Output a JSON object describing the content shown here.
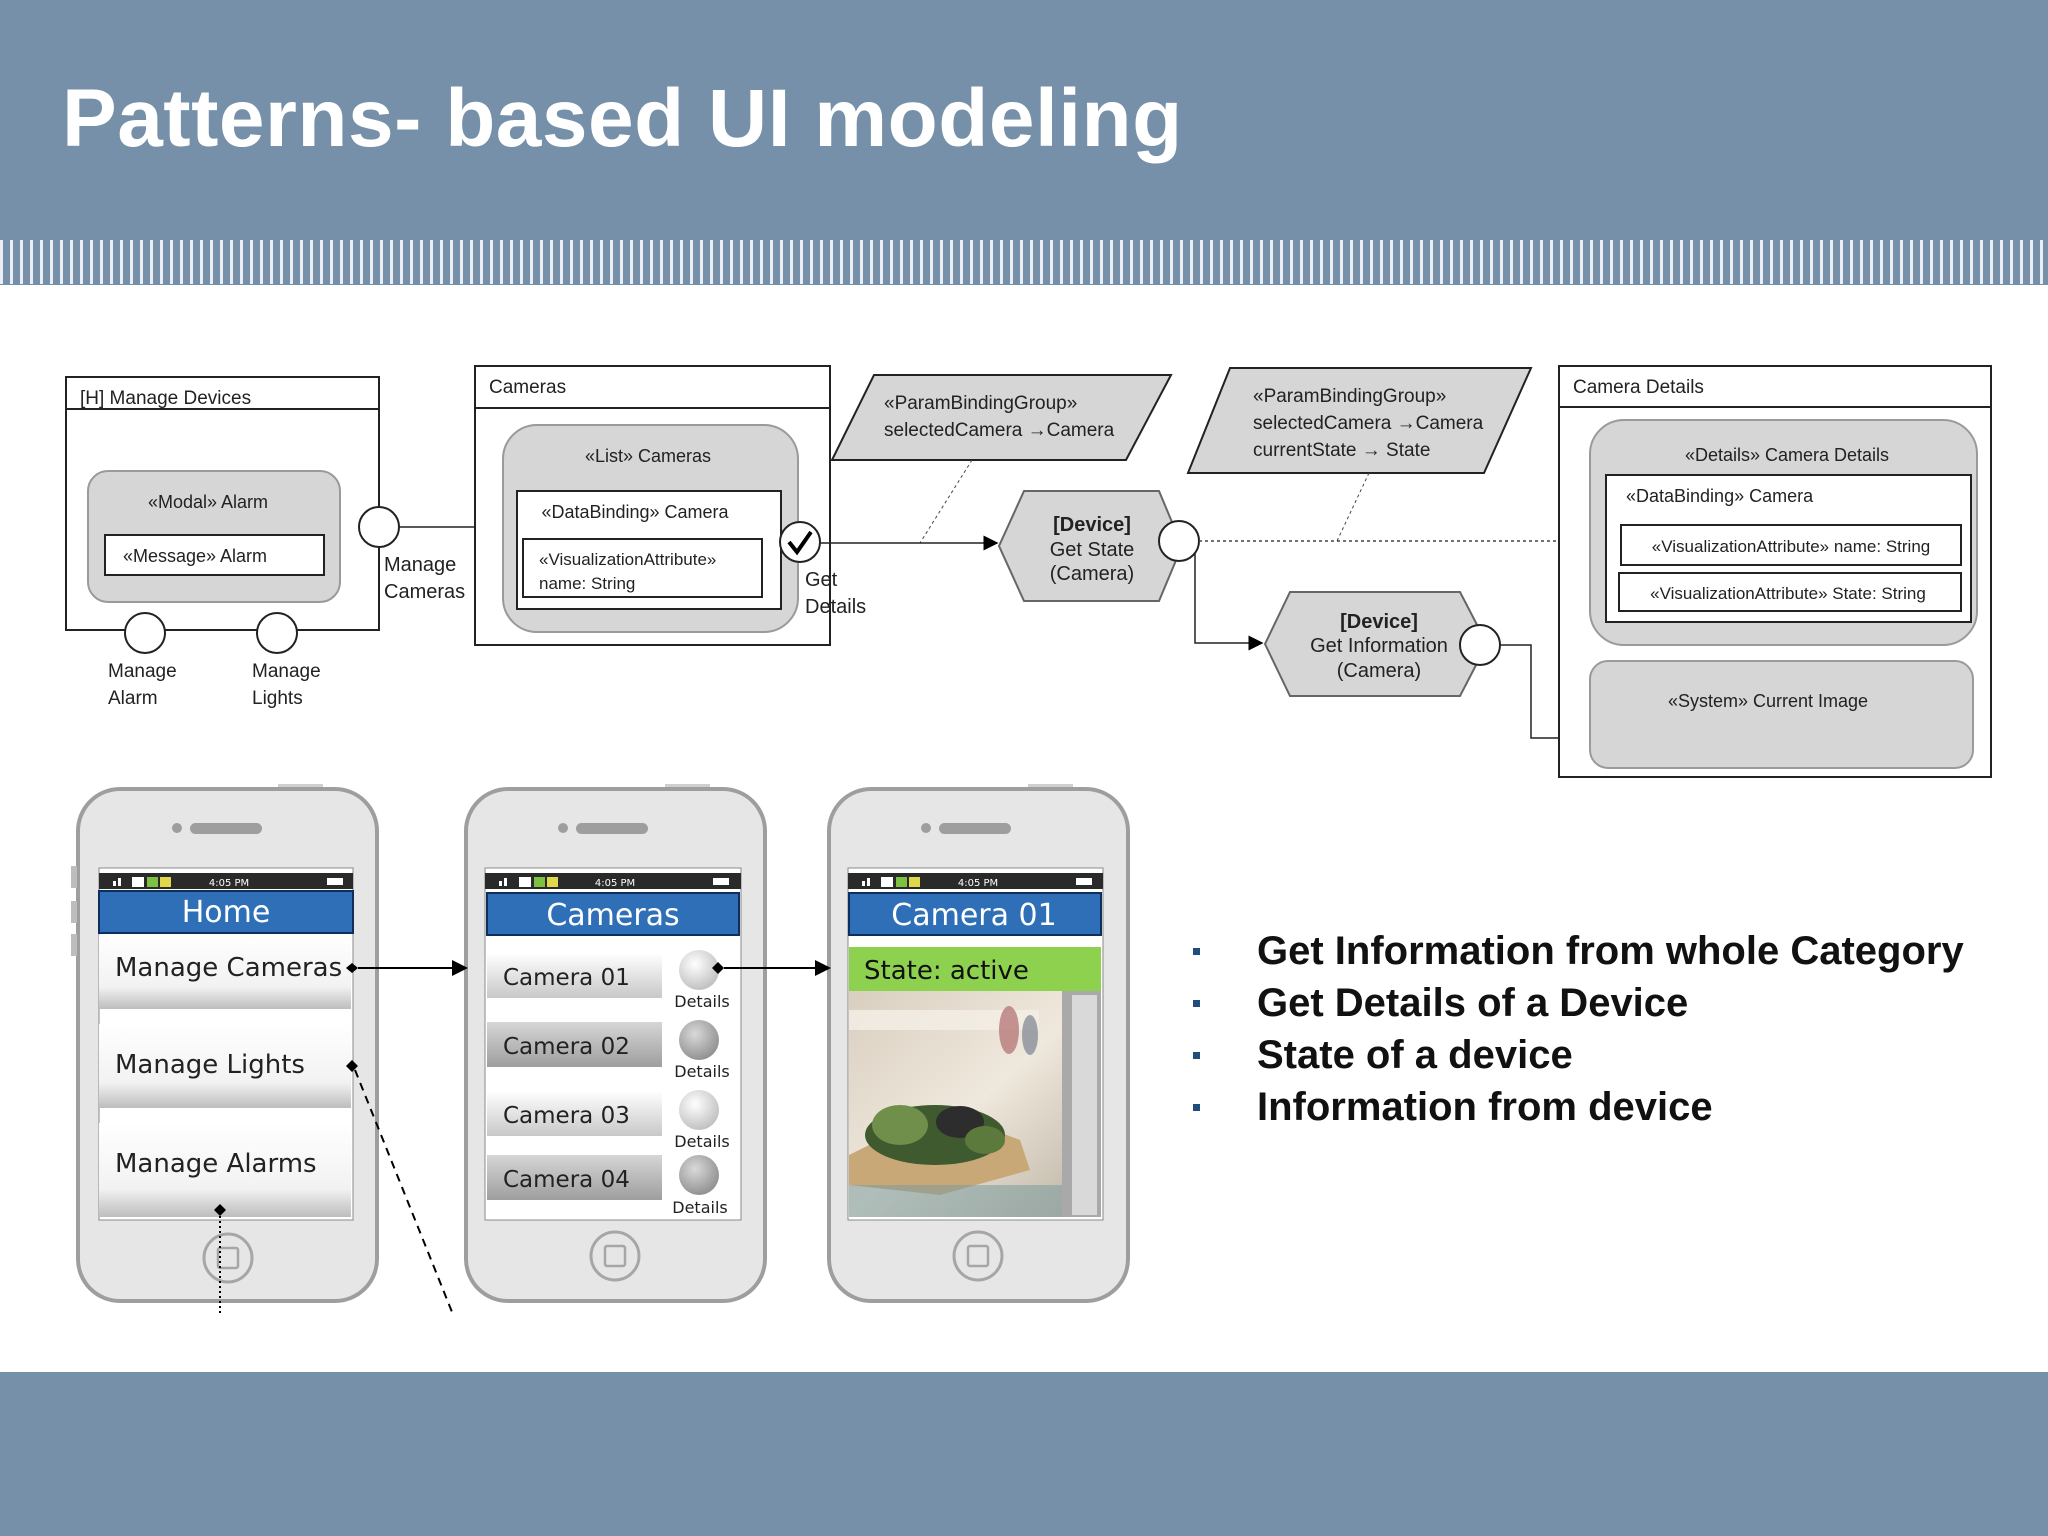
{
  "slide": {
    "title": "Patterns- based UI modeling"
  },
  "model": {
    "manage_devices": {
      "title": "[H] Manage Devices",
      "modal_label": "«Modal» Alarm",
      "message_label": "«Message» Alarm",
      "port_manage_alarm": [
        "Manage",
        "Alarm"
      ],
      "port_manage_lights": [
        "Manage",
        "Lights"
      ],
      "port_manage_cameras": [
        "Manage",
        "Cameras"
      ]
    },
    "cameras": {
      "title": "Cameras",
      "list_label": "«List» Cameras",
      "databinding_label": "«DataBinding» Camera",
      "vis_attr_line1": "«VisualizationAttribute»",
      "vis_attr_line2": "name: String",
      "get_details": [
        "Get",
        "Details"
      ]
    },
    "param_group_1": {
      "lines": [
        "«ParamBindingGroup»",
        "selectedCamera →Camera"
      ]
    },
    "param_group_2": {
      "lines": [
        "«ParamBindingGroup»",
        "selectedCamera →Camera",
        "currentState → State"
      ]
    },
    "device_get_state": {
      "title": "[Device]",
      "lines": [
        "Get State",
        "(Camera)"
      ]
    },
    "device_get_info": {
      "title": "[Device]",
      "lines": [
        "Get Information",
        "(Camera)"
      ]
    },
    "camera_details": {
      "title": "Camera Details",
      "details_label": "«Details» Camera Details",
      "databinding_label": "«DataBinding» Camera",
      "attr_name": "«VisualizationAttribute» name: String",
      "attr_state": "«VisualizationAttribute» State: String",
      "system_label": "«System» Current Image"
    }
  },
  "phones": {
    "status_time": "4:05 PM",
    "home": {
      "title": "Home",
      "items": [
        "Manage Cameras",
        "Manage Lights",
        "Manage Alarms"
      ]
    },
    "cameras": {
      "title": "Cameras",
      "items": [
        "Camera 01",
        "Camera 02",
        "Camera 03",
        "Camera 04"
      ],
      "details_label": "Details"
    },
    "camera01": {
      "title": "Camera 01",
      "state": "State: active"
    },
    "colors": {
      "header_blue": "#2e6fb8",
      "state_green": "#8dd14f"
    }
  },
  "bullets": [
    "Get Information from whole Category",
    "Get Details of a Device",
    "State of a device",
    "Information from device"
  ]
}
